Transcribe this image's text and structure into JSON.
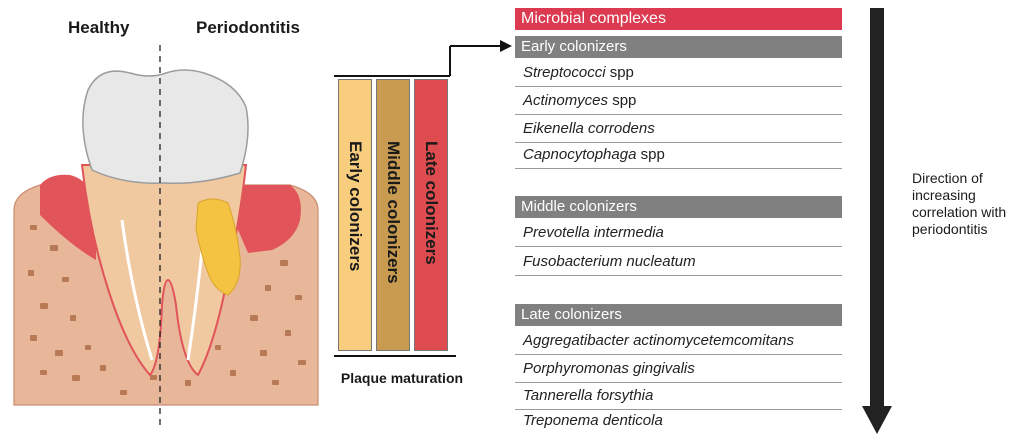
{
  "headers": {
    "healthy": "Healthy",
    "periodontitis": "Periodontitis"
  },
  "bars": [
    {
      "label": "Early colonizers",
      "color": "#f8cd7e"
    },
    {
      "label": "Middle colonizers",
      "color": "#c99b50"
    },
    {
      "label": "Late colonizers",
      "color": "#de4c4f"
    }
  ],
  "plaque_label": "Plaque maturation",
  "table": {
    "title": "Microbial complexes",
    "groups": [
      {
        "header": "Early colonizers",
        "items": [
          {
            "genus": "Streptococci",
            "suffix": " spp"
          },
          {
            "genus": "Actinomyces",
            "suffix": " spp"
          },
          {
            "genus": "Eikenella corrodens",
            "suffix": ""
          },
          {
            "genus": "Capnocytophaga",
            "suffix": " spp"
          }
        ]
      },
      {
        "header": "Middle colonizers",
        "items": [
          {
            "genus": "Prevotella intermedia",
            "suffix": ""
          },
          {
            "genus": "Fusobacterium nucleatum",
            "suffix": ""
          }
        ]
      },
      {
        "header": "Late colonizers",
        "items": [
          {
            "genus": "Aggregatibacter actinomycetemcomitans",
            "suffix": ""
          },
          {
            "genus": "Porphyromonas gingivalis",
            "suffix": ""
          },
          {
            "genus": "Tannerella forsythia",
            "suffix": ""
          },
          {
            "genus": "Treponema denticola",
            "suffix": ""
          }
        ]
      }
    ]
  },
  "direction_label": "Direction of increasing correlation with periodontitis",
  "colors": {
    "title_bg": "#db3a50",
    "group_header_bg": "#808080",
    "arrow": "#222222",
    "gum": "#e0545a",
    "bone": "#e8b79a",
    "enamel": "#e8e8e8",
    "dentin": "#f0c9a0",
    "calculus": "#f5c342"
  }
}
